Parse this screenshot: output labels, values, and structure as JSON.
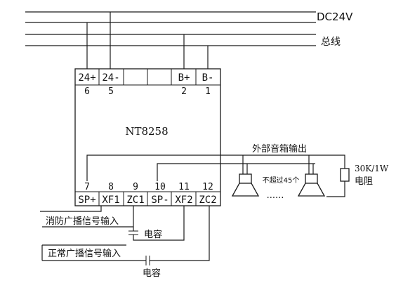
{
  "power_bus": {
    "label": "DC24V"
  },
  "signal_bus": {
    "label": "总线"
  },
  "module": {
    "name": "NT8258",
    "top_terminals": [
      {
        "label": "24+",
        "number": "6"
      },
      {
        "label": "24-",
        "number": "5"
      },
      {
        "label": "",
        "number": ""
      },
      {
        "label": "",
        "number": ""
      },
      {
        "label": "B+",
        "number": "2"
      },
      {
        "label": "B-",
        "number": "1"
      }
    ],
    "bottom_terminals": [
      {
        "label": "SP+",
        "number": "7"
      },
      {
        "label": "XF1",
        "number": "8"
      },
      {
        "label": "ZC1",
        "number": "9"
      },
      {
        "label": "SP-",
        "number": "10"
      },
      {
        "label": "XF2",
        "number": "11"
      },
      {
        "label": "ZC2",
        "number": "12"
      }
    ]
  },
  "speaker_output": {
    "label": "外部音箱输出",
    "limit_note": "不超过45个",
    "dots": "......"
  },
  "resistor": {
    "value": "30K/1W",
    "name": "电阻"
  },
  "fire_input": {
    "label": "消防广播信号输入",
    "capacitor": "电容"
  },
  "normal_input": {
    "label": "正常广播信号输入",
    "capacitor": "电容"
  }
}
